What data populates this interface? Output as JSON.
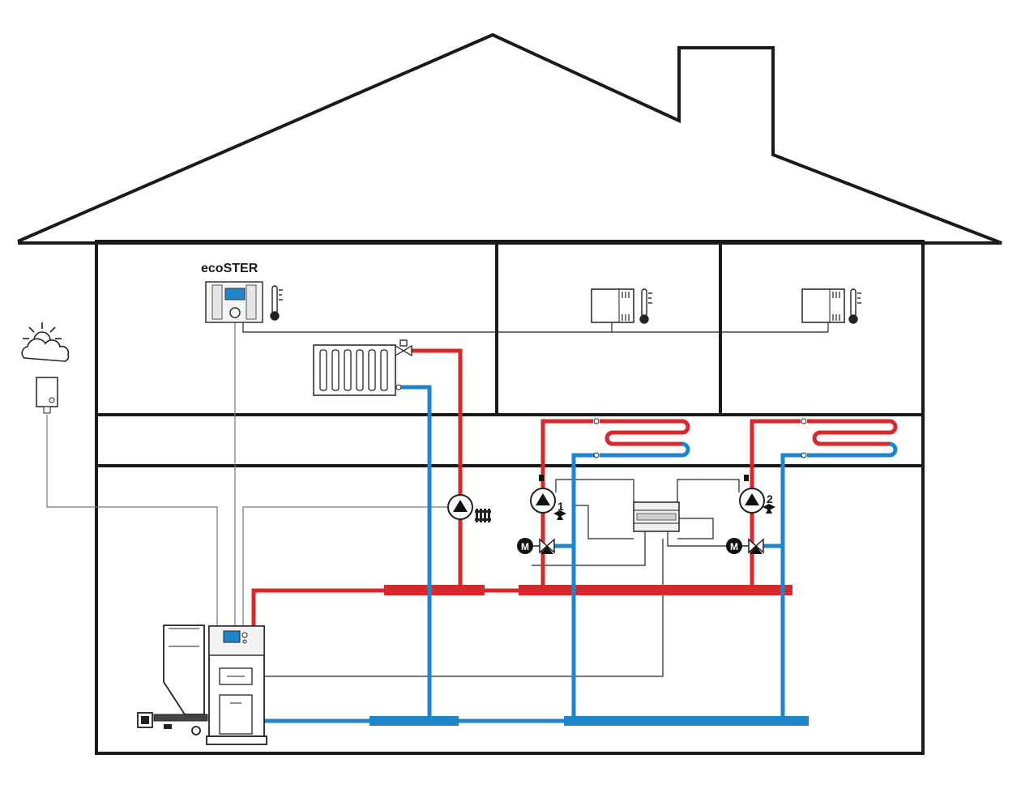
{
  "labels": {
    "controller": "ecoSTER",
    "pump1": "1",
    "pump2": "2",
    "motor": "M"
  },
  "colors": {
    "supply": "#d9282c",
    "return": "#1f86cc",
    "outline": "#1a1a1a",
    "signal": "#777777"
  }
}
